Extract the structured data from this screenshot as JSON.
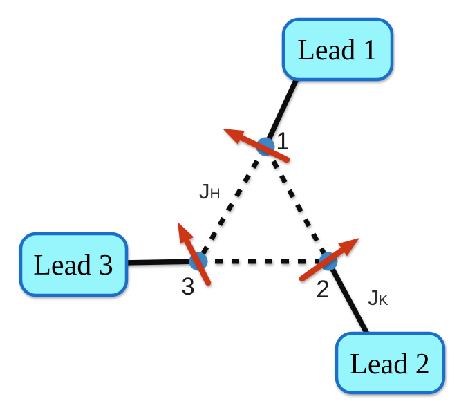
{
  "figure": {
    "type": "triangular-triple-quantum-dot-with-leads",
    "leads": [
      {
        "label": "Lead 1"
      },
      {
        "label": "Lead 2"
      },
      {
        "label": "Lead 3"
      }
    ],
    "sites": [
      {
        "label": "1"
      },
      {
        "label": "2"
      },
      {
        "label": "3"
      }
    ],
    "couplings": {
      "heisenberg": {
        "symbol": "J",
        "subscript": "H"
      },
      "kondo": {
        "symbol": "J",
        "subscript": "K"
      }
    },
    "colors": {
      "background": "#FFFFFF",
      "lead_fill": "#96F6FC",
      "lead_border": "#1C6EC8",
      "site_dot": "#3E86C5",
      "spin_arrow": "#CC3414",
      "line": "#0A0A0A",
      "site_label": "#1C1C1C",
      "coupling_label": "#2E2E2E"
    }
  }
}
